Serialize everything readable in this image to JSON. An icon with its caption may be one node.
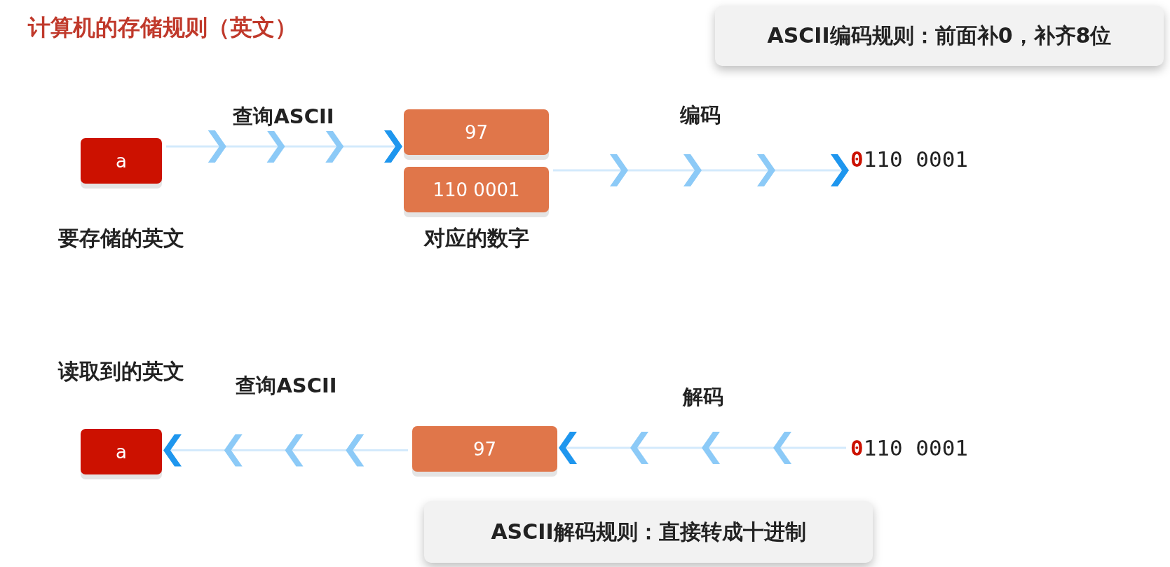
{
  "diagram": {
    "title": "计算机的存储规则（英文）",
    "nodes": [
      {
        "text": [
          "a"
        ],
        "beside": [
          "要**存储**的英文"
        ]
      },
      {
        "text": [
          "97"
        ]
      },
      {
        "text": [
          "110 0001"
        ],
        "beside": [
          "对应的数字"
        ]
      },
      {
        "text": [
          "0110 0001"
        ]
      },
      {
        "text": [
          "a"
        ],
        "beside": [
          "**读取**到的英文"
        ]
      },
      {
        "text": [
          "97"
        ]
      },
      {
        "text": [
          "0110 0001"
        ]
      },
      {
        "text": [
          "**ASCII编码规则：**前面补0，补齐8位"
        ]
      },
      {
        "text": [
          "**ASCII解码规则：**直接转成十进制"
        ]
      }
    ],
    "edges": [
      {
        "from": 0,
        "to": 1,
        "arrow": "to",
        "label": "查询ASCII"
      },
      {
        "from": 2,
        "to": 3,
        "arrow": "to",
        "label": "编码"
      },
      {
        "from": 6,
        "to": 5,
        "arrow": "to",
        "label": "解码"
      },
      {
        "from": 5,
        "to": 4,
        "arrow": "to",
        "label": "查询ASCII"
      }
    ]
  }
}
